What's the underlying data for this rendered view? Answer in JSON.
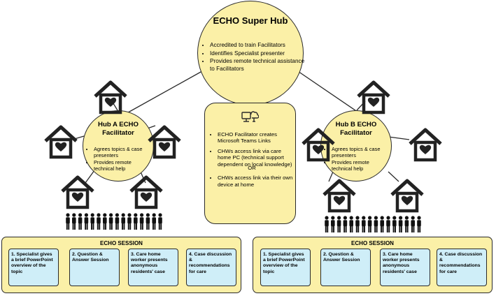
{
  "super_hub": {
    "title": "ECHO Super Hub",
    "items": [
      "Accredited to train Facilitators",
      "Identifies Specialist presenter",
      "Provides remote technical assistance to Facilitators"
    ]
  },
  "hub_a": {
    "title": "Hub A ECHO Facilitator",
    "items": [
      "Agrees topics & case presenters",
      "Provides remote technical help"
    ]
  },
  "hub_b": {
    "title": "Hub B ECHO Facilitator",
    "items": [
      "Agrees topics & case presenters",
      "Provides remote technical help"
    ]
  },
  "center": {
    "icon": "computer-cloud-icon",
    "items": [
      "ECHO Facilitator creates Microsoft Teams Links",
      "CHWs access link via care home PC (technical support dependent on local knowledge)",
      "CHWs access link via their own device at home"
    ],
    "or_label": "OR"
  },
  "sessions": [
    {
      "title": "ECHO SESSION",
      "steps": [
        "1. Specialist gives a brief PowerPoint overview of the topic",
        "2. Question & Answer Session",
        "3. Care home worker presents anonymous residents' case",
        "4. Case discussion & recommendations for care"
      ]
    },
    {
      "title": "ECHO SESSION",
      "steps": [
        "1. Specialist gives a brief PowerPoint overview of the topic",
        "2. Question & Answer Session",
        "3. Care home worker presents anonymous residents' case",
        "4. Case discussion & recommendations for care"
      ]
    }
  ],
  "colors": {
    "node_fill": "#fbf0a7",
    "step_fill": "#cfeef8",
    "outline": "#2a2a2a"
  },
  "icons": {
    "care_home": "house-heart-icon",
    "workers": "people-group-icon"
  }
}
